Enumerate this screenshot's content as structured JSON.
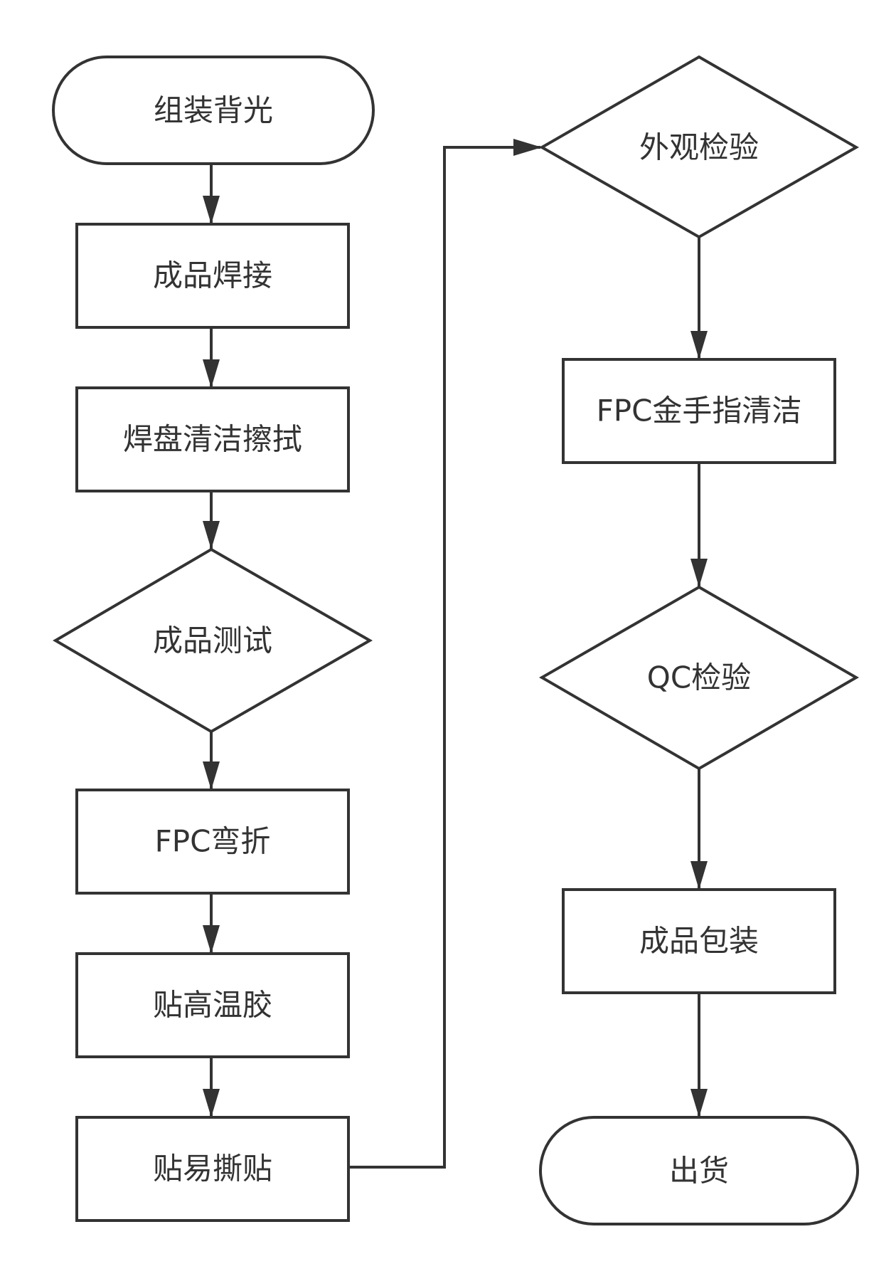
{
  "diagram": {
    "type": "flowchart",
    "nodes": {
      "start": {
        "label": "组装背光",
        "shape": "terminator"
      },
      "solder": {
        "label": "成品焊接",
        "shape": "process"
      },
      "pad_clean": {
        "label": "焊盘清洁擦拭",
        "shape": "process"
      },
      "test": {
        "label": "成品测试",
        "shape": "decision"
      },
      "fpc_bend": {
        "label": "FPC弯折",
        "shape": "process"
      },
      "tape": {
        "label": "贴高温胶",
        "shape": "process"
      },
      "easy_peel": {
        "label": "贴易撕贴",
        "shape": "process"
      },
      "visual_inspect": {
        "label": "外观检验",
        "shape": "decision"
      },
      "fpc_clean": {
        "label": "FPC金手指清洁",
        "shape": "process"
      },
      "qc": {
        "label": "QC检验",
        "shape": "decision"
      },
      "pack": {
        "label": "成品包装",
        "shape": "process"
      },
      "ship": {
        "label": "出货",
        "shape": "terminator"
      }
    },
    "edges": [
      [
        "start",
        "solder"
      ],
      [
        "solder",
        "pad_clean"
      ],
      [
        "pad_clean",
        "test"
      ],
      [
        "test",
        "fpc_bend"
      ],
      [
        "fpc_bend",
        "tape"
      ],
      [
        "tape",
        "easy_peel"
      ],
      [
        "easy_peel",
        "visual_inspect"
      ],
      [
        "visual_inspect",
        "fpc_clean"
      ],
      [
        "fpc_clean",
        "qc"
      ],
      [
        "qc",
        "pack"
      ],
      [
        "pack",
        "ship"
      ]
    ]
  }
}
